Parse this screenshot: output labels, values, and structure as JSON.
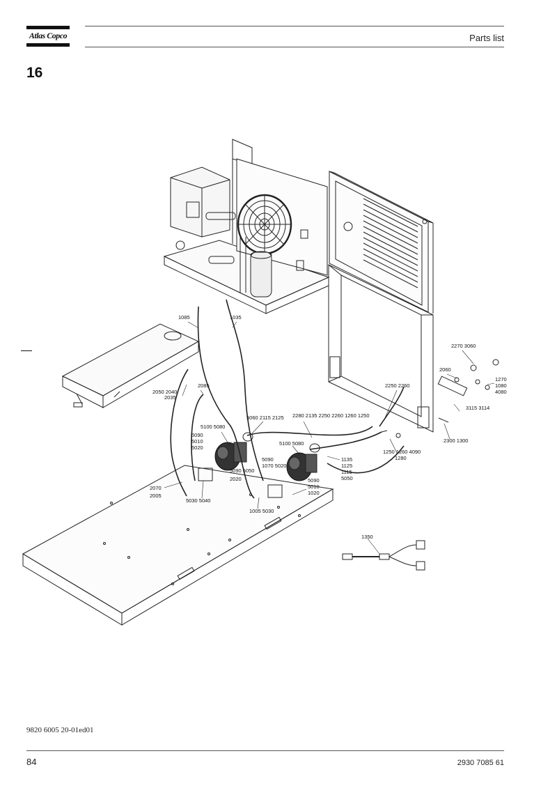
{
  "header": {
    "brand": "Atlas Copco",
    "title": "Parts list"
  },
  "section": {
    "number": "16"
  },
  "diagram": {
    "callouts": {
      "c1085": "1085",
      "c1035": "1035",
      "c2270_3060": "2270 3060",
      "c2060": "2060",
      "c1270": "1270",
      "c1080": "1080",
      "c4080": "4080",
      "c3115_3114": "3115 3114",
      "c2250_2260": "2250 2260",
      "c2050_2040": "2050 2040",
      "c2035": "2035",
      "c2085": "2085",
      "c5060_2115_2125": "5060 2115 2125",
      "c2280_row": "2280 2135 2250 2260 1260 1250",
      "c5100_5080_a": "5100 5080",
      "c5090_a": "5090",
      "c5010_a": "5010",
      "c5020_a": "5020",
      "c5100_5080_b": "5100 5080",
      "c2300_1300": "2300 1300",
      "c1250_1260_4090": "1250 1260 4090",
      "c1280": "1280",
      "c1135": "1135",
      "c1125": "1125",
      "c1115": "1115",
      "c5050_b": "5050",
      "c5090_1070_5020": "5090",
      "c1070_5020": "1070 5020",
      "c5090_5050": "5090 5050",
      "c2020": "2020",
      "c2070": "2070",
      "c2005": "2005",
      "c5030_5040": "5030 5040",
      "c5090_b": "5090",
      "c5010_b": "5010",
      "c1020": "1020",
      "c1005_5030": "1005 5030",
      "c1350": "1350"
    }
  },
  "footer": {
    "doc_code": "9820 6005 20-01ed01",
    "page_number": "84",
    "doc_number": "2930 7085 61"
  }
}
